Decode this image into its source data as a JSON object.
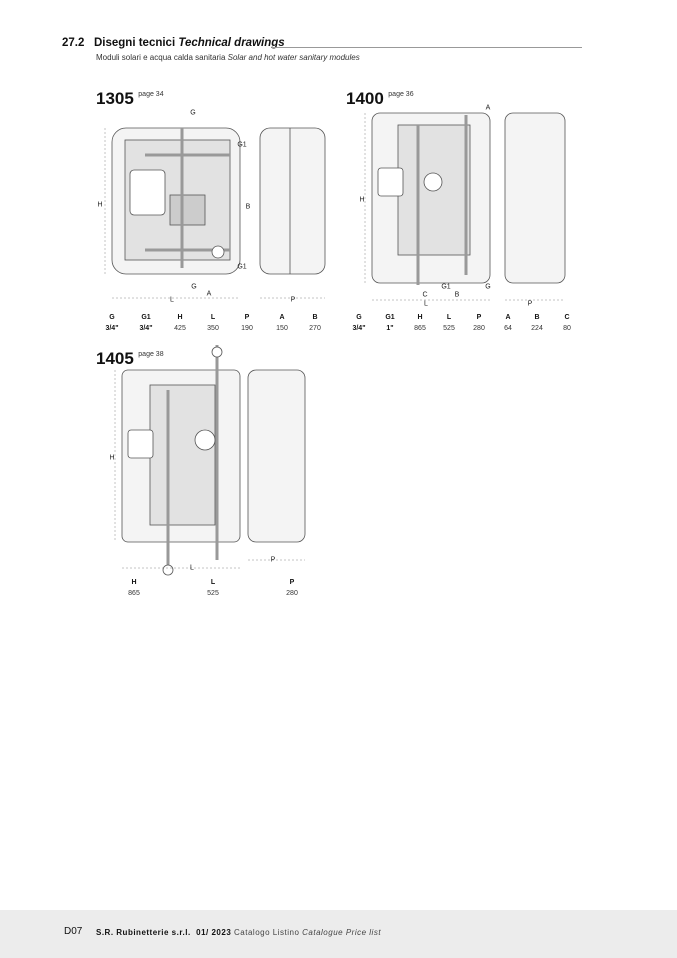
{
  "section": {
    "number": "27.2",
    "title": "Disegni tecnici",
    "title_en": "Technical drawings",
    "subtitle": "Moduli solari e acqua calda sanitaria",
    "subtitle_en": "Solar and hot water sanitary modules"
  },
  "models": [
    {
      "code": "1305",
      "page": "page 34",
      "labels": {
        "g": "G",
        "g1": "G1",
        "h": "H",
        "b": "B",
        "a": "A",
        "l": "L",
        "p": "P"
      },
      "table": {
        "headers": [
          "G",
          "G1",
          "H",
          "L",
          "P",
          "A",
          "B"
        ],
        "values": [
          "3/4\"",
          "3/4\"",
          "425",
          "350",
          "190",
          "150",
          "270"
        ]
      }
    },
    {
      "code": "1400",
      "page": "page 36",
      "labels": {
        "a": "A",
        "h": "H",
        "g1": "G1",
        "g": "G",
        "c": "C",
        "b": "B",
        "l": "L",
        "p": "P"
      },
      "table": {
        "headers": [
          "G",
          "G1",
          "H",
          "L",
          "P",
          "A",
          "B",
          "C"
        ],
        "values": [
          "3/4\"",
          "1\"",
          "865",
          "525",
          "280",
          "64",
          "224",
          "80"
        ]
      }
    },
    {
      "code": "1405",
      "page": "page 38",
      "labels": {
        "h": "H",
        "l": "L",
        "p": "P"
      },
      "table": {
        "headers": [
          "H",
          "L",
          "P"
        ],
        "values": [
          "865",
          "525",
          "280"
        ]
      }
    }
  ],
  "footer": {
    "page": "D07",
    "company": "S.R. Rubinetterie s.r.l.",
    "date": "01/ 2023",
    "catalog": "Catalogo Listino",
    "catalog_en": "Catalogue Price list"
  }
}
